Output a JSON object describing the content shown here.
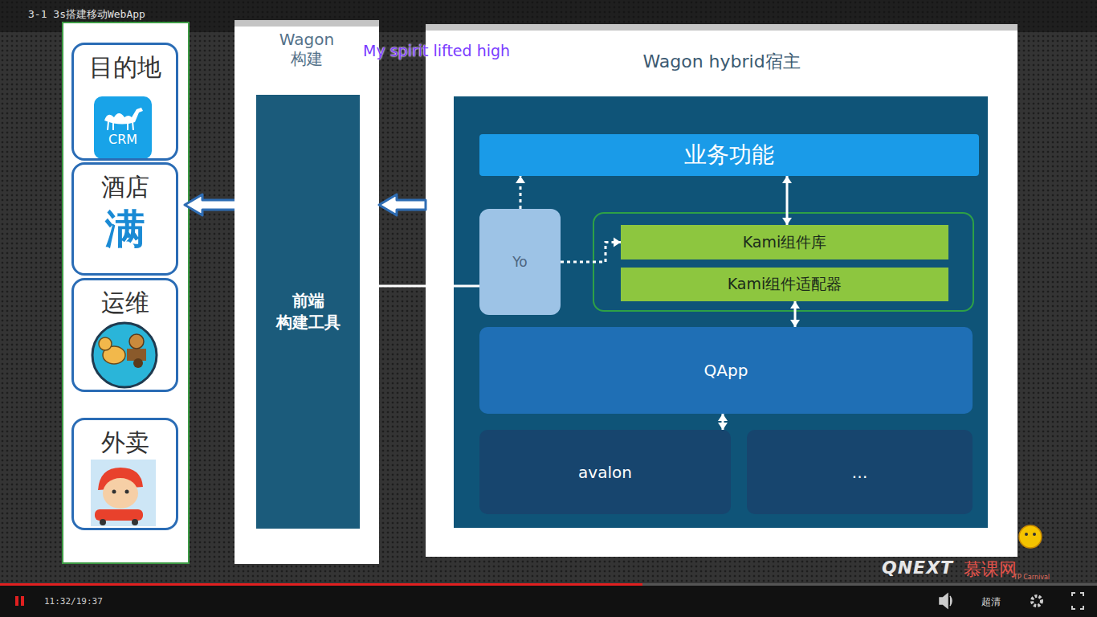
{
  "diagram": {
    "nodes": [
      {
        "text": [
          "目的地"
        ]
      },
      {
        "text": [
          "酒店"
        ]
      },
      {
        "text": [
          "运维"
        ]
      },
      {
        "text": [
          "外卖"
        ]
      },
      {
        "text": [
          "Wagon 构建"
        ]
      },
      {
        "text": [
          "前端 构建工具"
        ],
        "in": 4
      },
      {
        "text": [
          "Wagon hybrid宿主"
        ]
      },
      {
        "text": [
          "业务功能"
        ],
        "in": 6
      },
      {
        "text": [
          "Yo"
        ],
        "in": 6
      },
      {
        "text": [
          "Kami组件库"
        ],
        "in": 6
      },
      {
        "text": [
          "Kami组件适配器"
        ],
        "in": 6
      },
      {
        "text": [
          "QApp"
        ],
        "in": 6
      },
      {
        "text": [
          "avalon"
        ],
        "in": 6
      },
      {
        "text": [
          "…"
        ],
        "in": 6
      }
    ],
    "edges": [
      {
        "from": 6,
        "to": 4,
        "arrow": "to"
      },
      {
        "from": 8,
        "to": 5,
        "arrow": "to"
      },
      {
        "from": 8,
        "to": 7,
        "arrow": "to"
      },
      {
        "from": 8,
        "to": 9,
        "arrow": "to"
      },
      {
        "from": 7,
        "to": 9,
        "arrow": "both"
      },
      {
        "from": 10,
        "to": 11,
        "arrow": "both"
      },
      {
        "from": 11,
        "to": 12,
        "arrow": "both"
      }
    ],
    "labels": [
      "3-1 3s搭建移动WebApp",
      "My spirit lifted high",
      "CRM",
      "满",
      "QNEXT",
      "慕课网",
      "TP Carnival",
      "11:32/19:37",
      "超清"
    ]
  }
}
